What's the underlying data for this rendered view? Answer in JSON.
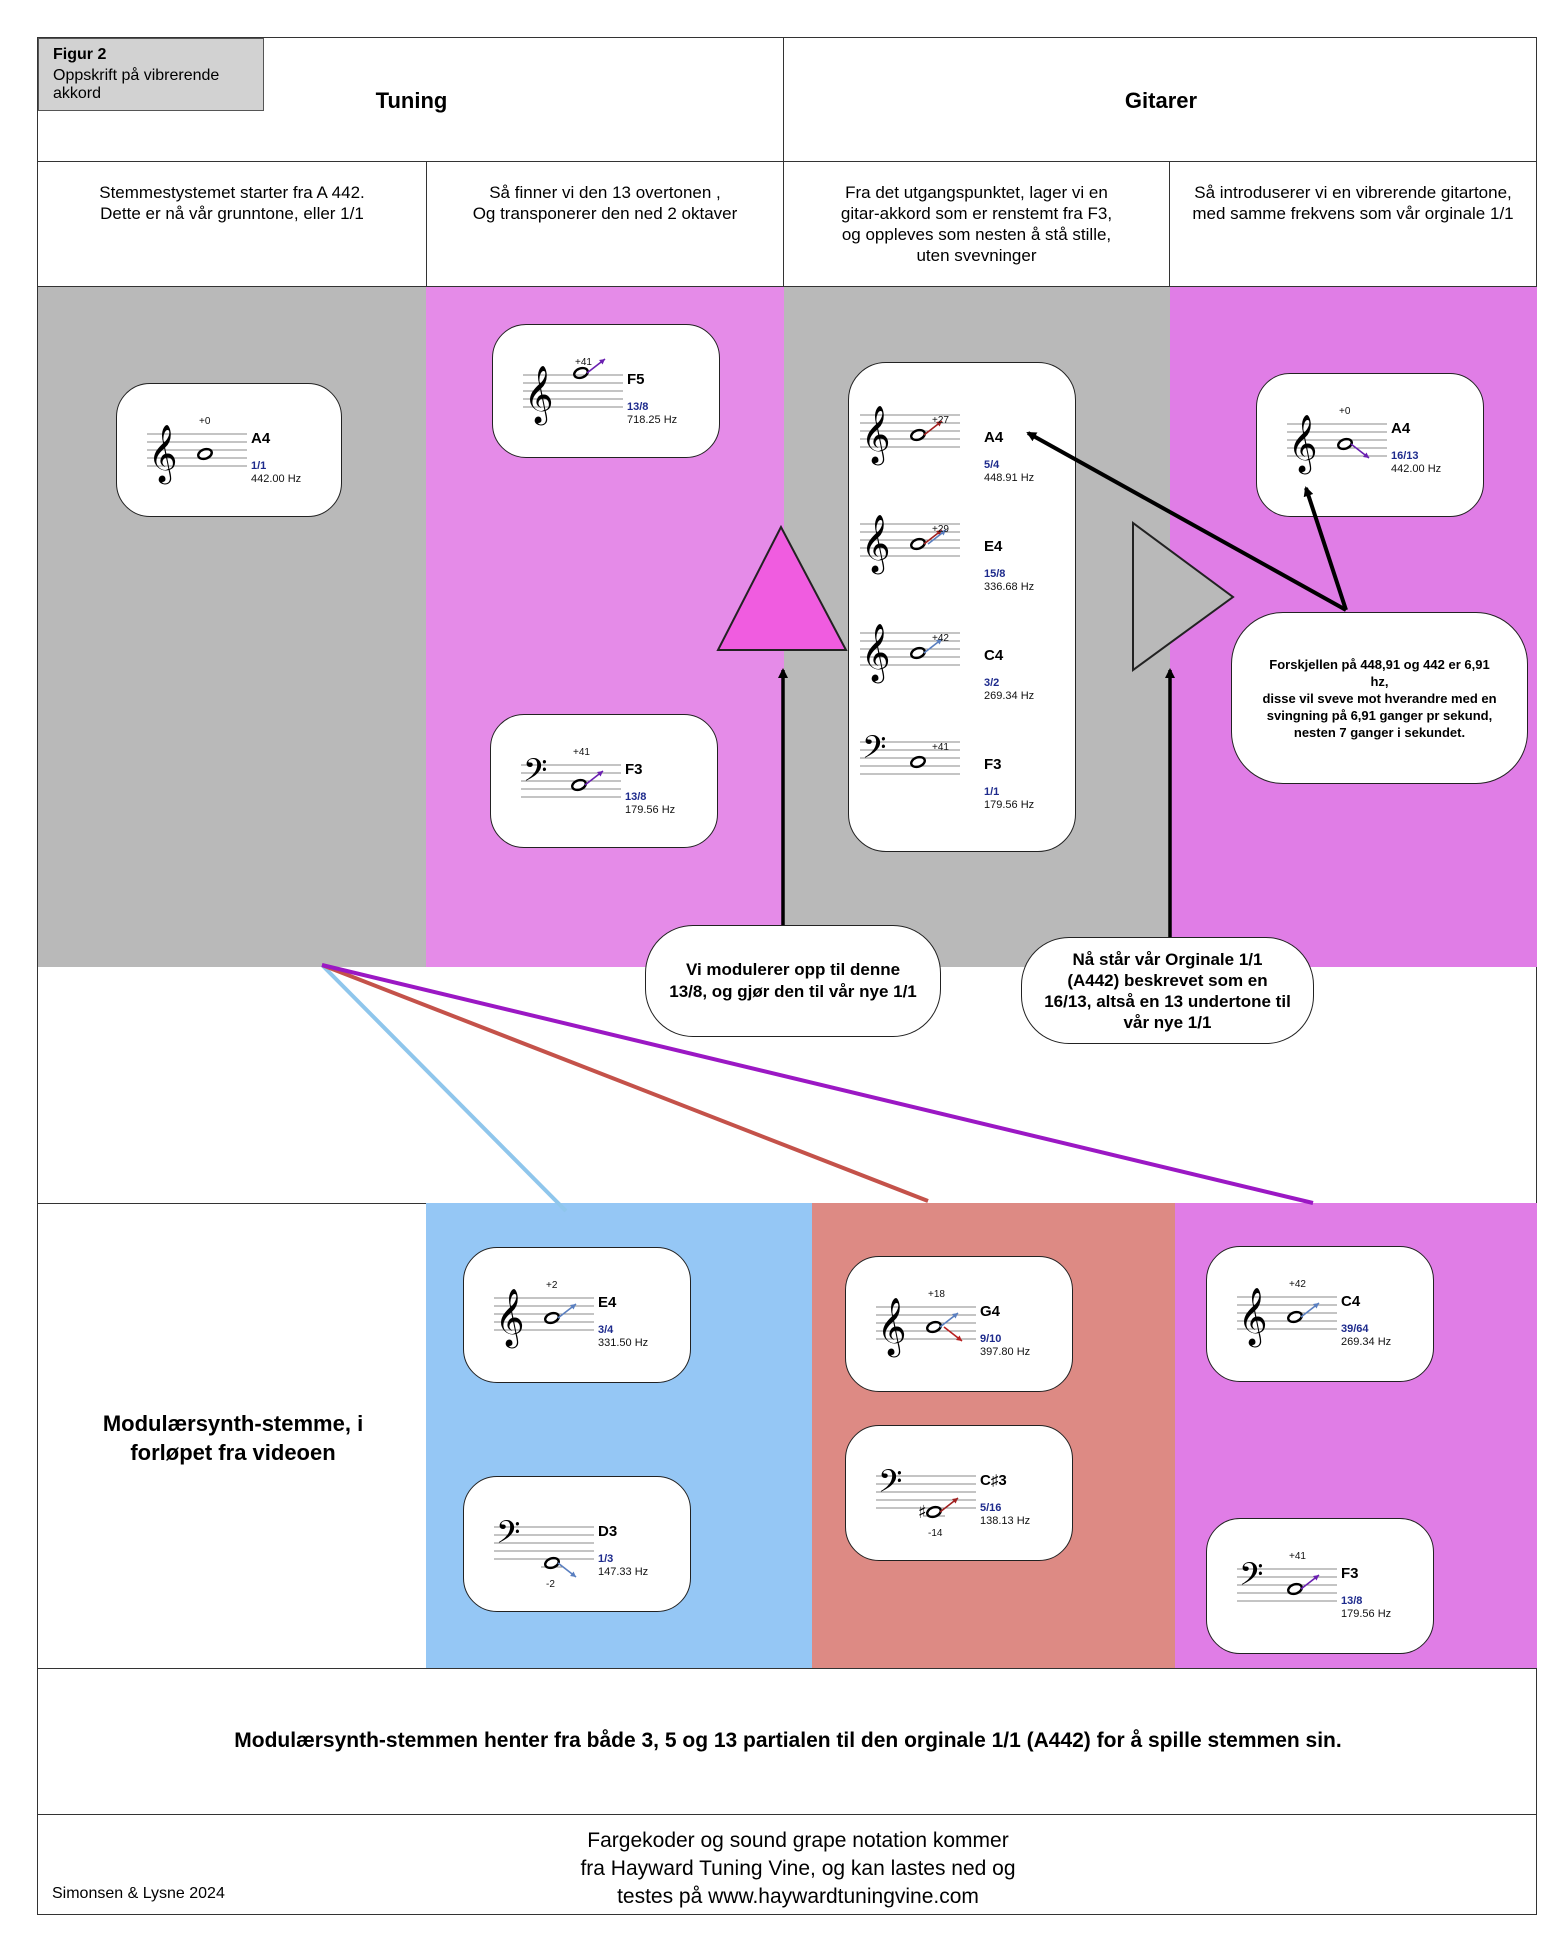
{
  "figure": {
    "label": "Figur 2",
    "caption": "Oppskrift på vibrerende\nakkord"
  },
  "headers": {
    "tuning": "Tuning",
    "gitarer": "Gitarer"
  },
  "descriptions": [
    "Stemmestystemet starter fra A 442.\nDette er nå vår grunntone, eller 1/1",
    "Så finner vi den 13 overtonen ,\nOg transponerer den ned 2 oktaver",
    "Fra det utgangspunktet, lager vi en\ngitar-akkord som er renstemt fra F3,\nog oppleves som nesten å stå stille,\nuten svevninger",
    "Så introduserer vi en vibrerende gitartone,\nmed samme frekvens som vår orginale 1/1"
  ],
  "colors": {
    "gray": "#b9b9b9",
    "pink": "#e58be8",
    "magenta": "#e07de6",
    "blue": "#95c7f5",
    "salmon": "#dd8a84",
    "triangle_pink": "#f05ce0",
    "line_blue": "#8fc6ec",
    "line_red": "#c4524a",
    "line_purple": "#9b18c4"
  },
  "notes": {
    "a4_root": {
      "cents": "+0",
      "name": "A4",
      "ratio": "1/1",
      "hz": "442.00 Hz",
      "clef": "treble-clef-icon"
    },
    "f5": {
      "cents": "+41",
      "name": "F5",
      "ratio": "13/8",
      "hz": "718.25 Hz",
      "clef": "treble-clef-icon"
    },
    "f3_tuning": {
      "cents": "+41",
      "name": "F3",
      "ratio": "13/8",
      "hz": "179.56 Hz",
      "clef": "bass-clef-icon"
    },
    "chord_a4": {
      "cents": "+27",
      "name": "A4",
      "ratio": "5/4",
      "hz": "448.91 Hz",
      "clef": "treble-clef-icon"
    },
    "chord_e4": {
      "cents": "+29",
      "name": "E4",
      "ratio": "15/8",
      "hz": "336.68 Hz",
      "clef": "treble-clef-icon"
    },
    "chord_c4": {
      "cents": "+42",
      "name": "C4",
      "ratio": "3/2",
      "hz": "269.34 Hz",
      "clef": "treble-clef-icon"
    },
    "chord_f3": {
      "cents": "+41",
      "name": "F3",
      "ratio": "1/1",
      "hz": "179.56 Hz",
      "clef": "bass-clef-icon"
    },
    "a4_vib": {
      "cents": "+0",
      "name": "A4",
      "ratio": "16/13",
      "hz": "442.00 Hz",
      "clef": "treble-clef-icon"
    },
    "e4_mod": {
      "cents": "+2",
      "name": "E4",
      "ratio": "3/4",
      "hz": "331.50 Hz",
      "clef": "treble-clef-icon"
    },
    "d3_mod": {
      "cents": "-2",
      "name": "D3",
      "ratio": "1/3",
      "hz": "147.33 Hz",
      "clef": "bass-clef-icon"
    },
    "g4_mod": {
      "cents": "+18",
      "name": "G4",
      "ratio": "9/10",
      "hz": "397.80 Hz",
      "clef": "treble-clef-icon"
    },
    "cs3_mod": {
      "cents": "-14",
      "name": "C♯3",
      "ratio": "5/16",
      "hz": "138.13 Hz",
      "clef": "bass-clef-icon"
    },
    "c4_mod": {
      "cents": "+42",
      "name": "C4",
      "ratio": "39/64",
      "hz": "269.34 Hz",
      "clef": "treble-clef-icon"
    },
    "f3_mod": {
      "cents": "+41",
      "name": "F3",
      "ratio": "13/8",
      "hz": "179.56 Hz",
      "clef": "bass-clef-icon"
    }
  },
  "bubbles": {
    "modulate": "Vi modulerer opp til denne\n13/8, og gjør den til vår nye 1/1",
    "original": "Nå står vår Orginale 1/1\n(A442) beskrevet som en\n16/13, altså en 13 undertone til\nvår nye 1/1",
    "difference": "Forskjellen på 448,91 og 442 er 6,91\nhz,\ndisse vil sveve mot hverandre med en\nsvingning på 6,91 ganger pr sekund,\nnesten 7 ganger i sekundet."
  },
  "modular": {
    "label": "Modulærsynth-stemme, i\nforløpet fra videoen"
  },
  "summary": "Modulærsynth-stemmen henter fra både 3, 5 og 13 partialen til den orginale 1/1 (A442) for å spille stemmen sin.",
  "footer": {
    "credits": "Simonsen & Lysne 2024",
    "source": "Fargekoder og sound grape notation kommer\nfra Hayward Tuning Vine, og kan lastes ned og\ntestes på www.haywardtuningvine.com"
  }
}
